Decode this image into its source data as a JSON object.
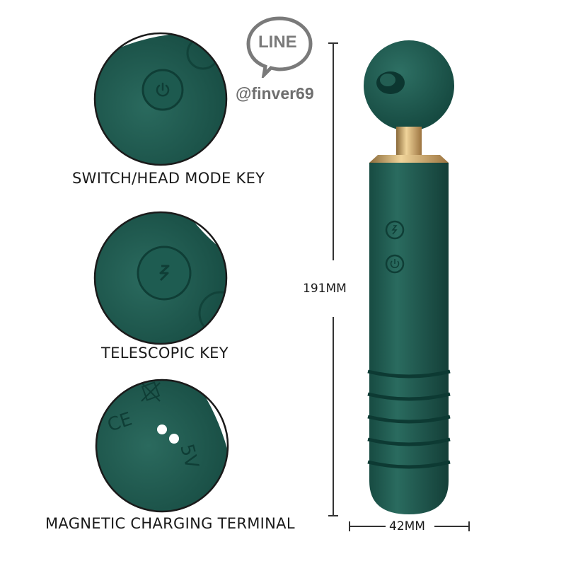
{
  "watermark": {
    "logo_text": "LINE",
    "handle": "@finver69"
  },
  "features": [
    {
      "caption": "SWITCH/HEAD MODE KEY"
    },
    {
      "caption": "TELESCOPIC KEY"
    },
    {
      "caption": "MAGNETIC CHARGING TERMINAL"
    }
  ],
  "dimensions": {
    "length": "191MM",
    "width": "42MM"
  },
  "charging_marks": {
    "ce": "CE",
    "voltage": "5V"
  },
  "colors": {
    "product_green": "#1f5a50",
    "gold": "#c9a063",
    "line_gray": "#7a7a7a"
  }
}
